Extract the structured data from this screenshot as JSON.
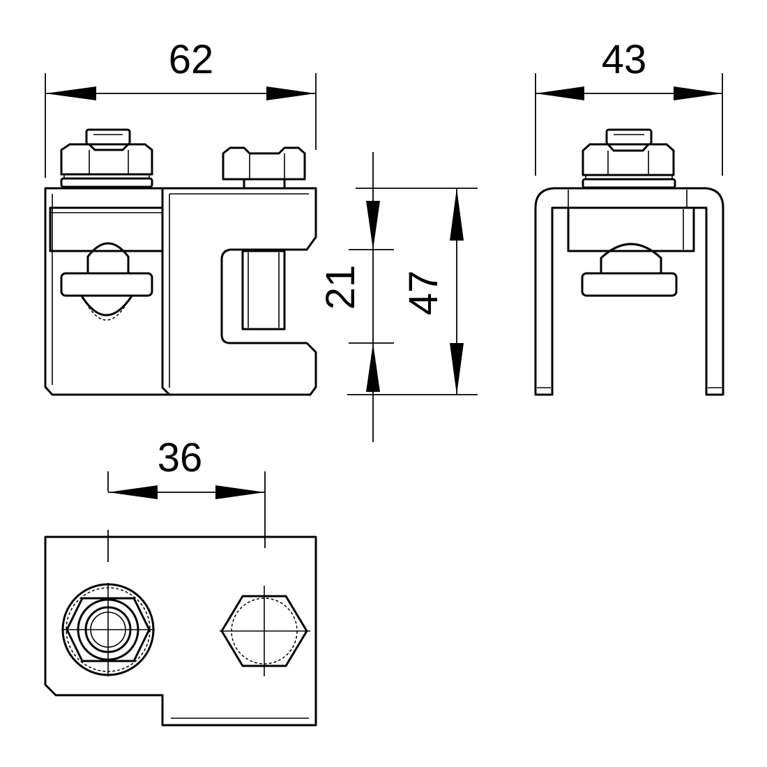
{
  "dimensions": {
    "front_width": "62",
    "side_width": "43",
    "slot_height": "21",
    "total_height": "47",
    "bolt_spacing": "36"
  },
  "icons": {
    "hex_nut": "hex-nut-icon",
    "hex_bolt": "hex-bolt-icon",
    "washer": "washer-icon"
  },
  "colors": {
    "line": "#000000",
    "background": "#ffffff"
  }
}
